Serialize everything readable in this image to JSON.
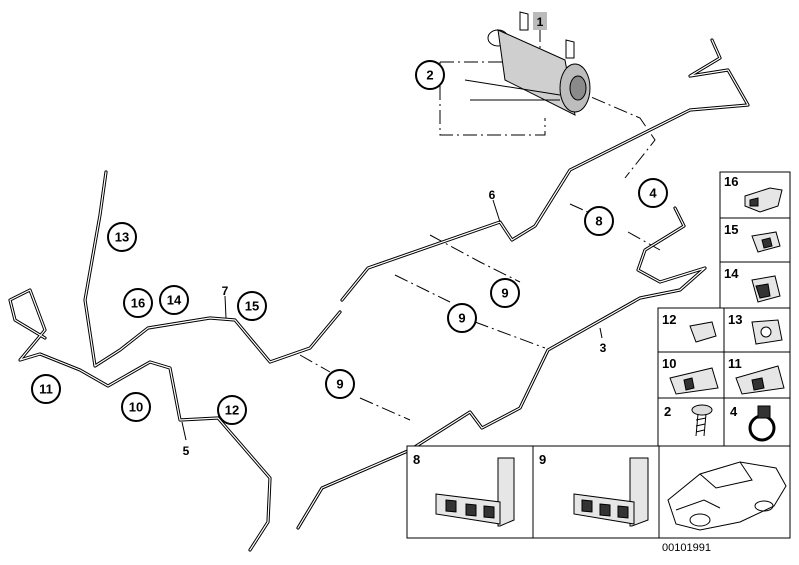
{
  "diagram": {
    "callouts": {
      "c2": "2",
      "c4": "4",
      "c8": "8",
      "c9a": "9",
      "c9b": "9",
      "c9c": "9",
      "c10": "10",
      "c11": "11",
      "c12": "12",
      "c13": "13",
      "c14": "14",
      "c15": "15",
      "c16": "16"
    },
    "labels": {
      "l1": "1",
      "l3": "3",
      "l5": "5",
      "l6": "6",
      "l7": "7"
    },
    "panels": {
      "p16": "16",
      "p15": "15",
      "p14": "14",
      "p12": "12",
      "p13": "13",
      "p10": "10",
      "p11": "11",
      "p2": "2",
      "p4": "4",
      "p8": "8",
      "p9": "9"
    },
    "drawing_code": "00101991"
  }
}
